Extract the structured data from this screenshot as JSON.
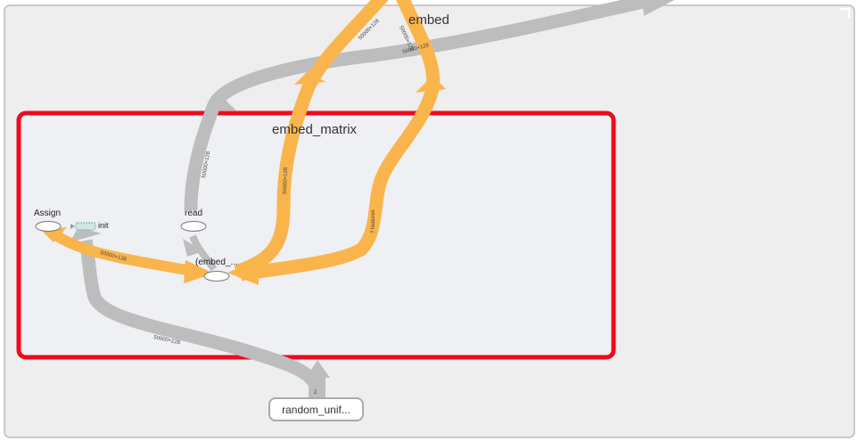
{
  "graph": {
    "outer_scope": {
      "title": "embed"
    },
    "inner_scope": {
      "title": "embed_matrix",
      "highlight_color": "#ef0a1e"
    },
    "nodes": {
      "assign": "Assign",
      "read": "read",
      "init": "init",
      "embed_op": "(embed_...",
      "random": "random_unif..."
    },
    "edge_labels": {
      "read_out": "50000×128",
      "orange_top_a": "50000×128",
      "orange_top_b": "50000×128",
      "orange_down_a": "50000×128",
      "orange_down_b": "? features",
      "assign_to_embed": "50000×128",
      "random_to_assign": "50000×128",
      "gray_top": "50000×128",
      "random_small": "2"
    },
    "colors": {
      "dataflow_edge": "#f9b54c",
      "control_edge": "#bdbdbd",
      "outer_bg": "#eeeeee",
      "inner_bg": "#eef0f4"
    }
  }
}
